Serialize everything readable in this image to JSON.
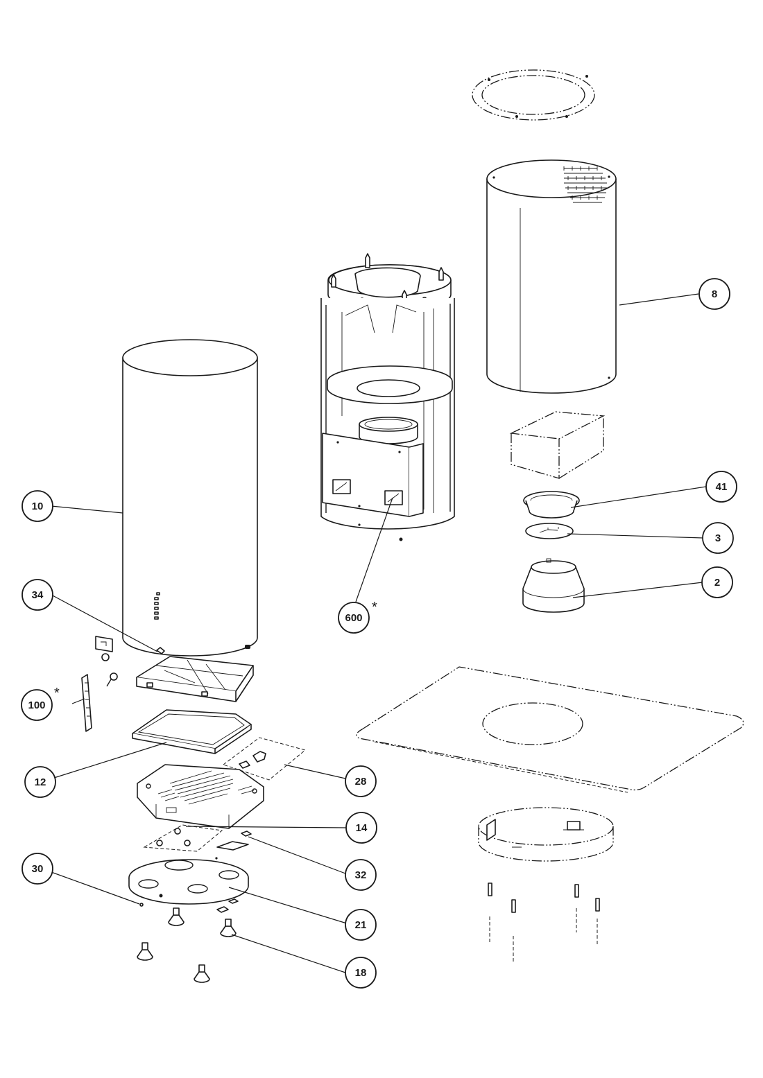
{
  "diagram": {
    "type": "exploded-parts-view",
    "line_color": "#1a1a1a",
    "background": "#ffffff",
    "callouts": [
      {
        "id": "c8",
        "label": "8",
        "starred": false
      },
      {
        "id": "c10",
        "label": "10",
        "starred": false
      },
      {
        "id": "c41",
        "label": "41",
        "starred": false
      },
      {
        "id": "c3",
        "label": "3",
        "starred": false
      },
      {
        "id": "c2",
        "label": "2",
        "starred": false
      },
      {
        "id": "c34",
        "label": "34",
        "starred": false
      },
      {
        "id": "c600",
        "label": "600",
        "starred": true
      },
      {
        "id": "c100",
        "label": "100",
        "starred": true
      },
      {
        "id": "c12",
        "label": "12",
        "starred": false
      },
      {
        "id": "c28",
        "label": "28",
        "starred": false
      },
      {
        "id": "c14",
        "label": "14",
        "starred": false
      },
      {
        "id": "c30",
        "label": "30",
        "starred": false
      },
      {
        "id": "c32",
        "label": "32",
        "starred": false
      },
      {
        "id": "c21",
        "label": "21",
        "starred": false
      },
      {
        "id": "c18",
        "label": "18",
        "starred": false
      }
    ],
    "star_symbol": "*"
  }
}
